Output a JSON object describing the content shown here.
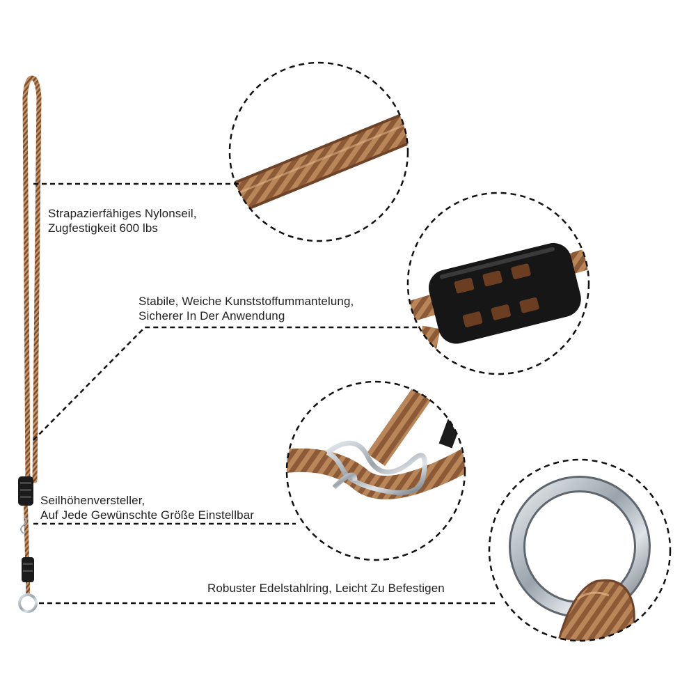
{
  "callouts": [
    {
      "line1": "Strapazierfähiges Nylonseil,",
      "line2": "Zugfestigkeit 600 lbs",
      "detail": "rope-twist-detail"
    },
    {
      "line1": "Stabile, Weiche Kunststoffummantelung,",
      "line2": "Sicherer In Der Anwendung",
      "detail": "plastic-sleeve-detail"
    },
    {
      "line1": "Seilhöhenversteller,",
      "line2": "Auf Jede Gewünschte Größe Einstellbar",
      "detail": "figure-eight-hook-detail"
    },
    {
      "line1": "Robuster Edelstahlring, Leicht Zu Befestigen",
      "detail": "steel-ring-detail"
    }
  ],
  "colors": {
    "rope": "#b07a52",
    "rope_dark": "#7a4b2c",
    "rope_light": "#d9a97e",
    "plastic": "#1b1b1b",
    "steel": "#a9b0b8",
    "dash": "#111111",
    "text": "#222222"
  }
}
